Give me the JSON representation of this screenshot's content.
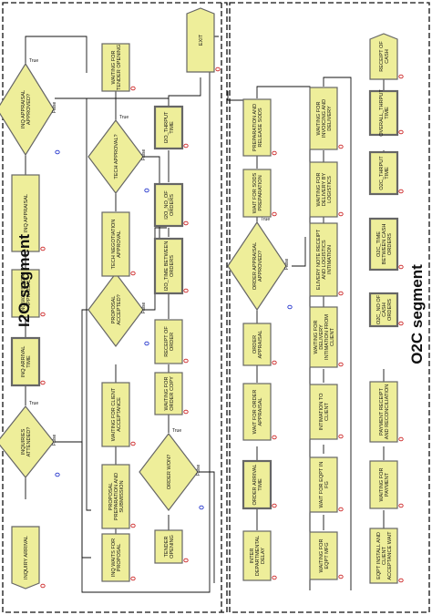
{
  "segments": {
    "left": "I2O segment",
    "right": "O2C segment"
  },
  "nodes": [
    {
      "id": "inquiry_arrival",
      "kind": "create",
      "text": "INQUIRY ARRIVAL"
    },
    {
      "id": "inquiries_attended",
      "kind": "decide",
      "text": "INQUIRIES ATTENDED?"
    },
    {
      "id": "inq_arrival_time",
      "kind": "record",
      "text": "INQ ARRIVAL TIME"
    },
    {
      "id": "inq_waits_appraisal",
      "kind": "process",
      "text": "INQ WAITS FOR APPRAISAL"
    },
    {
      "id": "inq_appraisal",
      "kind": "process",
      "text": "INQ APPRAISAL"
    },
    {
      "id": "inq_appraisal_approved",
      "kind": "decide",
      "text": "INQ APPRAISAL APPROVED?"
    },
    {
      "id": "inq_waits_proposal",
      "kind": "process",
      "text": "INQ WAITS FOR PROPOSAL"
    },
    {
      "id": "proposal_prep",
      "kind": "process",
      "text": "PROPOSAL PREPARATION AND SUBMISSION"
    },
    {
      "id": "waiting_client_acceptance",
      "kind": "process",
      "text": "WAITING FOR CLIENT ACCEPTANCE"
    },
    {
      "id": "proposal_accepted",
      "kind": "decide",
      "text": "PROPOSAL ACCEPTED?"
    },
    {
      "id": "tech_negotiation",
      "kind": "process",
      "text": "TECH NEGOTIATION APPROVAL"
    },
    {
      "id": "tech_approval",
      "kind": "decide",
      "text": "TECH APPROVAL?"
    },
    {
      "id": "waiting_tender",
      "kind": "process",
      "text": "WAITING FOR TENDER OPENING"
    },
    {
      "id": "tender_opening",
      "kind": "process",
      "text": "TENDER OPENING"
    },
    {
      "id": "order_won",
      "kind": "decide",
      "text": "ORDER WON?"
    },
    {
      "id": "waiting_order_copy",
      "kind": "process",
      "text": "WAITING FOR ORDER COPY"
    },
    {
      "id": "receipt_of_order",
      "kind": "process",
      "text": "RECEIPT OF ORDER"
    },
    {
      "id": "i2o_time_between",
      "kind": "record",
      "text": "I2O_TIME BETWEEN ORDERS"
    },
    {
      "id": "i2o_no_orders",
      "kind": "record",
      "text": "I2O_NO_OF ORDERS"
    },
    {
      "id": "i2o_thrput",
      "kind": "record",
      "text": "I2O_THRPUT TIME"
    },
    {
      "id": "exit",
      "kind": "dispose",
      "text": "EXIT"
    },
    {
      "id": "inter_dept_delay",
      "kind": "process",
      "text": "INTER DEPARTMENTAL DELAY"
    },
    {
      "id": "order_arrival_time",
      "kind": "record",
      "text": "ORDER ARRIVAL TIME"
    },
    {
      "id": "wait_order_appraisal",
      "kind": "process",
      "text": "WAIT FOR ORDER APPRAISAL"
    },
    {
      "id": "order_appraisal",
      "kind": "process",
      "text": "ORDER APPRAISAL"
    },
    {
      "id": "order_appraisal_approved",
      "kind": "decide",
      "text": "ORDER APPRAISAL APPROVED?"
    },
    {
      "id": "wait_sods_prep",
      "kind": "process",
      "text": "WAIT FOR SODS PREPARATION"
    },
    {
      "id": "prep_release_sods",
      "kind": "process",
      "text": "PREPARATION AND RELEASE SODS"
    },
    {
      "id": "waiting_eqpt_mfg",
      "kind": "process",
      "text": "WAITING FOR EQPT MFG"
    },
    {
      "id": "wait_eqpt_fg",
      "kind": "process",
      "text": "WAIT FOR EQPT IN FG"
    },
    {
      "id": "intimation_to_client",
      "kind": "process",
      "text": "INTIMATION TO CLIENT"
    },
    {
      "id": "waiting_delivery_intimation",
      "kind": "process",
      "text": "WAITING FOR DELIVERY INTIMATION FROM CLIENT"
    },
    {
      "id": "delivery_note_receipt",
      "kind": "process",
      "text": "ELIVERY NOTE RECEIPT AND LOGISTICS INTIMATION"
    },
    {
      "id": "waiting_delivery_logistics",
      "kind": "process",
      "text": "WAITING FOR DELIVERY BY LOGISTICS"
    },
    {
      "id": "waiting_invoicing",
      "kind": "process",
      "text": "WAITING FOR INVOICING AND DELIVERY"
    },
    {
      "id": "eqpt_install",
      "kind": "process",
      "text": "EQPT INSTALL AND CLIENT ACCEPTANCE WAIT"
    },
    {
      "id": "waiting_payment",
      "kind": "process",
      "text": "WAITING FOR PAYMENT"
    },
    {
      "id": "payment_receipt",
      "kind": "process",
      "text": "PAYMENT RECEIPT AND RECONCILIATION"
    },
    {
      "id": "o2c_no_cash_orders",
      "kind": "record",
      "text": "O2C_NO OF CASH ORDERS"
    },
    {
      "id": "o2c_time_between",
      "kind": "record",
      "text": "O2C_TIME BETWEEN CASH ORDERS"
    },
    {
      "id": "o2c_thrput",
      "kind": "record",
      "text": "O2C_THRPUT TIME"
    },
    {
      "id": "overall_thrput",
      "kind": "record",
      "text": "OVERALL_THRPUT TIME"
    },
    {
      "id": "receipt_of_cash",
      "kind": "dispose",
      "text": "RECEIPT OF CASH"
    }
  ],
  "branch_labels": {
    "true": "True",
    "false": "False"
  }
}
